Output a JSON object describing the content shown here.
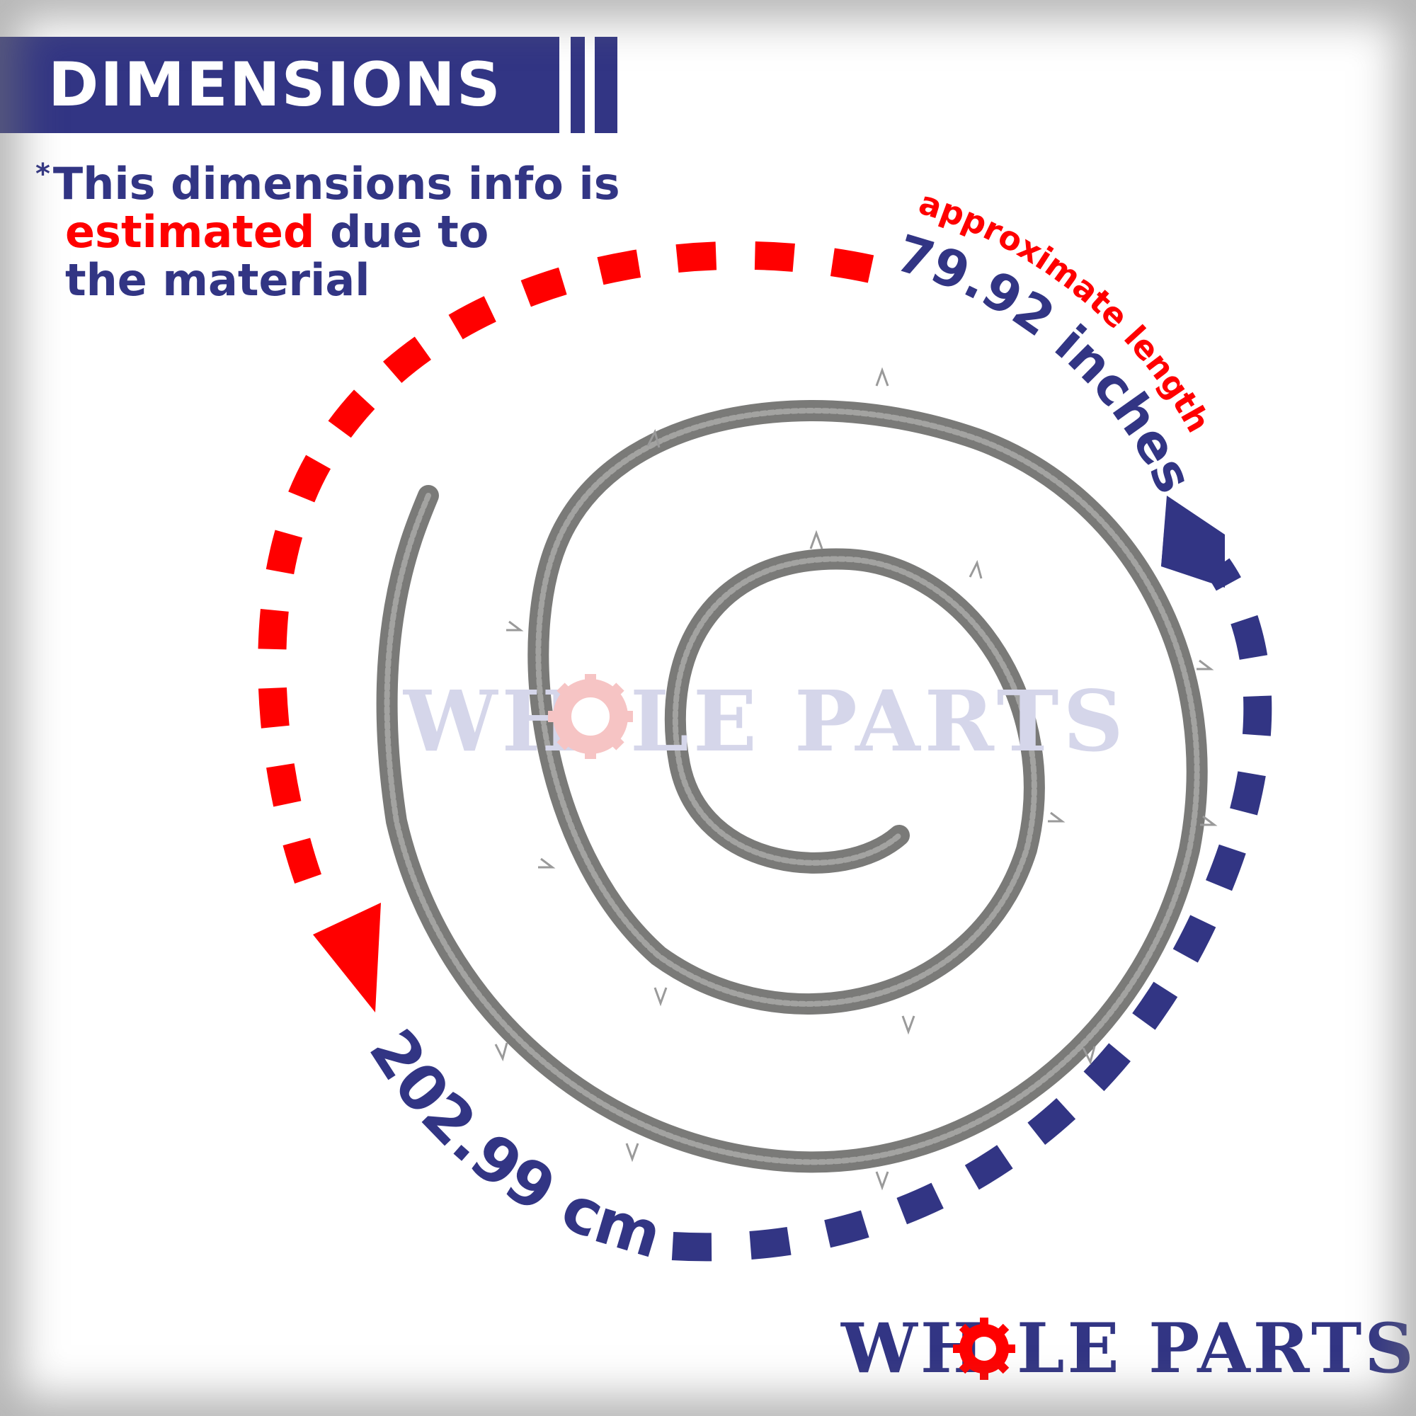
{
  "header": {
    "title": "DIMENSIONS"
  },
  "note": {
    "asterisk": "*",
    "line1": "This dimensions info is",
    "line2_highlight": "estimated",
    "line2_rest": " due to",
    "line3": "the material"
  },
  "measurement": {
    "label": "approximate length",
    "inches": "79.92 inches",
    "centimeters": "202.99 cm"
  },
  "brand": {
    "watermark_left": "WH",
    "watermark_right": "LE PARTS",
    "logo_left": "WH",
    "logo_right": "LE PARTS"
  },
  "colors": {
    "navy": "#323584",
    "red": "#ff0000",
    "cord": "#7a7a78",
    "watermark": "#d5d6ea"
  },
  "icons": {
    "gear": "gear-icon",
    "arrow_red": "arrow-down-right-icon",
    "arrow_navy": "arrow-up-icon"
  }
}
